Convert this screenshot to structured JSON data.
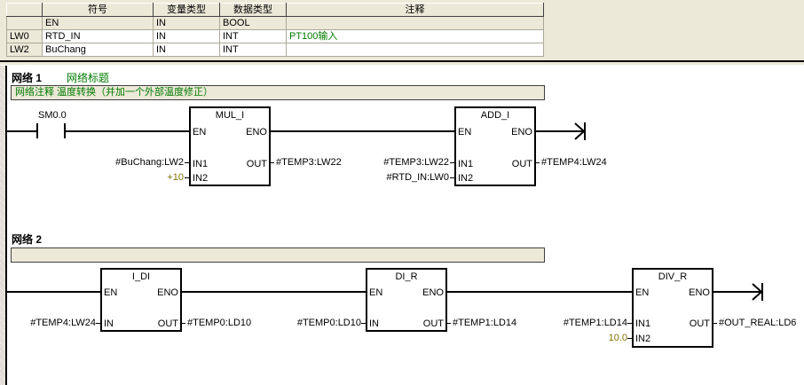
{
  "var_table": {
    "headers": [
      "",
      "符号",
      "变量类型",
      "数据类型",
      "注释"
    ],
    "rows": [
      {
        "addr": "",
        "symbol": "EN",
        "var_type": "IN",
        "data_type": "BOOL",
        "comment": ""
      },
      {
        "addr": "LW0",
        "symbol": "RTD_IN",
        "var_type": "IN",
        "data_type": "INT",
        "comment": "PT100输入"
      },
      {
        "addr": "LW2",
        "symbol": "BuChang",
        "var_type": "IN",
        "data_type": "INT",
        "comment": ""
      }
    ]
  },
  "networks": [
    {
      "label": "网络 1",
      "title": "网络标题",
      "comment": "网络注释 温度转换（并加一个外部温度修正）",
      "contact": "SM0.0",
      "blocks": [
        {
          "name": "MUL_I",
          "en": "EN",
          "eno": "ENO",
          "in1_pin": "IN1",
          "in2_pin": "IN2",
          "out_pin": "OUT",
          "in1": "#BuChang:LW2",
          "in2": "+10",
          "out": "#TEMP3:LW22"
        },
        {
          "name": "ADD_I",
          "en": "EN",
          "eno": "ENO",
          "in1_pin": "IN1",
          "in2_pin": "IN2",
          "out_pin": "OUT",
          "in1": "#TEMP3:LW22",
          "in2": "#RTD_IN:LW0",
          "out": "#TEMP4:LW24"
        }
      ]
    },
    {
      "label": "网络 2",
      "title": "",
      "comment": "",
      "blocks": [
        {
          "name": "I_DI",
          "en": "EN",
          "eno": "ENO",
          "in1_pin": "IN",
          "out_pin": "OUT",
          "in1": "#TEMP4:LW24",
          "out": "#TEMP0:LD10"
        },
        {
          "name": "DI_R",
          "en": "EN",
          "eno": "ENO",
          "in1_pin": "IN",
          "out_pin": "OUT",
          "in1": "#TEMP0:LD10",
          "out": "#TEMP1:LD14"
        },
        {
          "name": "DIV_R",
          "en": "EN",
          "eno": "ENO",
          "in1_pin": "IN1",
          "in2_pin": "IN2",
          "out_pin": "OUT",
          "in1": "#TEMP1:LD14",
          "in2": "10.0",
          "out": "#OUT_REAL:LD6"
        }
      ]
    }
  ]
}
